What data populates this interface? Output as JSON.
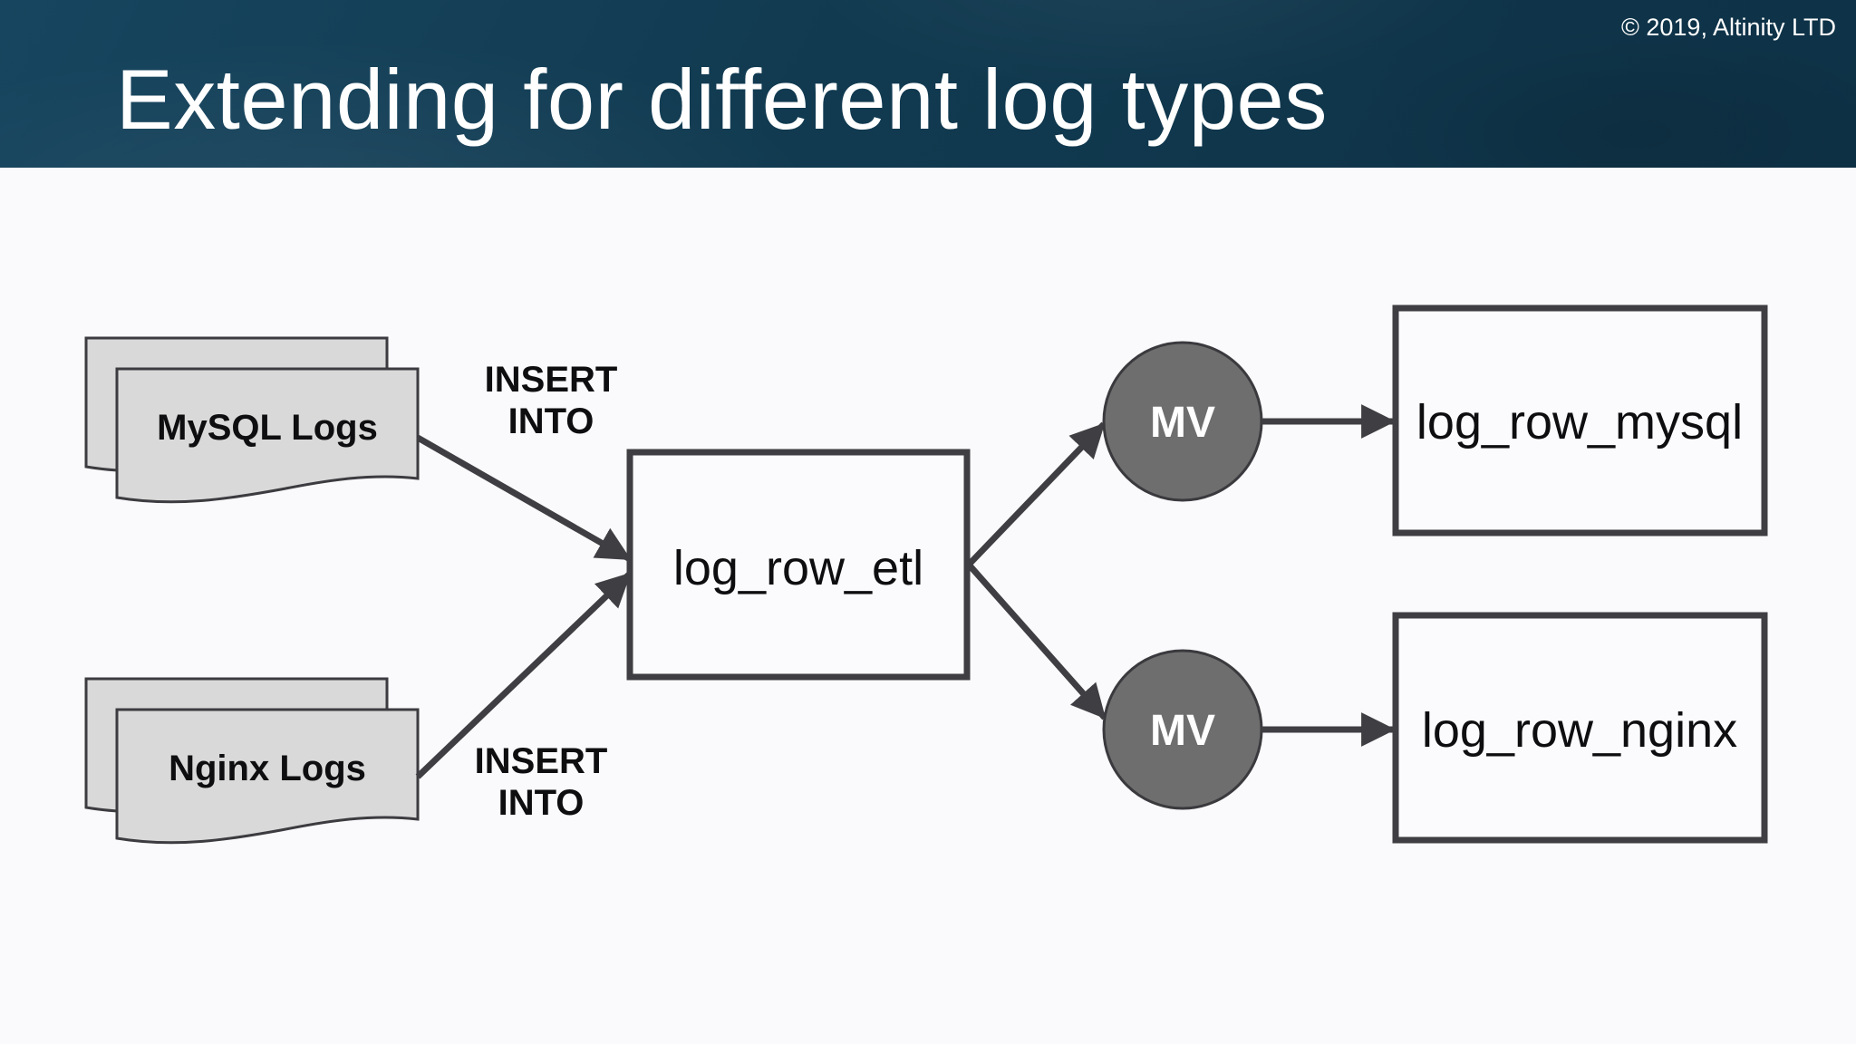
{
  "header": {
    "title": "Extending for different log types",
    "copyright": "© 2019, Altinity LTD",
    "bg_color": "#113a50",
    "text_color": "#ffffff"
  },
  "diagram": {
    "sources": [
      {
        "label": "MySQL Logs"
      },
      {
        "label": "Nginx Logs"
      }
    ],
    "arrow_labels": [
      {
        "line1": "INSERT",
        "line2": "INTO"
      },
      {
        "line1": "INSERT",
        "line2": "INTO"
      }
    ],
    "etl_table": {
      "label": "log_row_etl"
    },
    "materialized_views": [
      {
        "label": "MV"
      },
      {
        "label": "MV"
      }
    ],
    "target_tables": [
      {
        "label": "log_row_mysql"
      },
      {
        "label": "log_row_nginx"
      }
    ],
    "colors": {
      "document_fill": "#d9d9d9",
      "node_fill": "#fbfafc",
      "mv_fill": "#6e6e6e",
      "stroke": "#3f3f43",
      "label_color": "#0e0e10",
      "mv_label_color": "#ffffff",
      "header_bg": "#113a50",
      "body_bg": "#faf9fb"
    }
  }
}
